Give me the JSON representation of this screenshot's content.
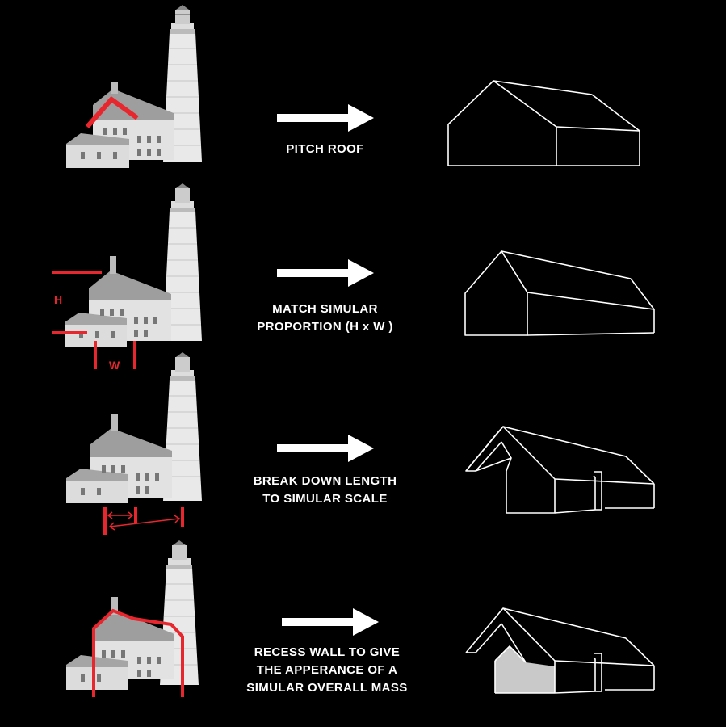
{
  "colors": {
    "background": "#000000",
    "annotation_red": "#e8262e",
    "outline": "#ffffff",
    "recessed_wall": "#c9c9c9"
  },
  "steps": [
    {
      "caption_lines": [
        "PITCH ROOF"
      ],
      "labels": {}
    },
    {
      "caption_lines": [
        "MATCH SIMULAR",
        "PROPORTION (H x W )"
      ],
      "labels": {
        "h": "H",
        "w": "W"
      }
    },
    {
      "caption_lines": [
        "BREAK DOWN LENGTH",
        "TO SIMULAR SCALE"
      ],
      "labels": {}
    },
    {
      "caption_lines": [
        "RECESS WALL TO GIVE",
        "THE APPERANCE OF A",
        "SIMULAR OVERALL MASS"
      ],
      "labels": {}
    }
  ]
}
